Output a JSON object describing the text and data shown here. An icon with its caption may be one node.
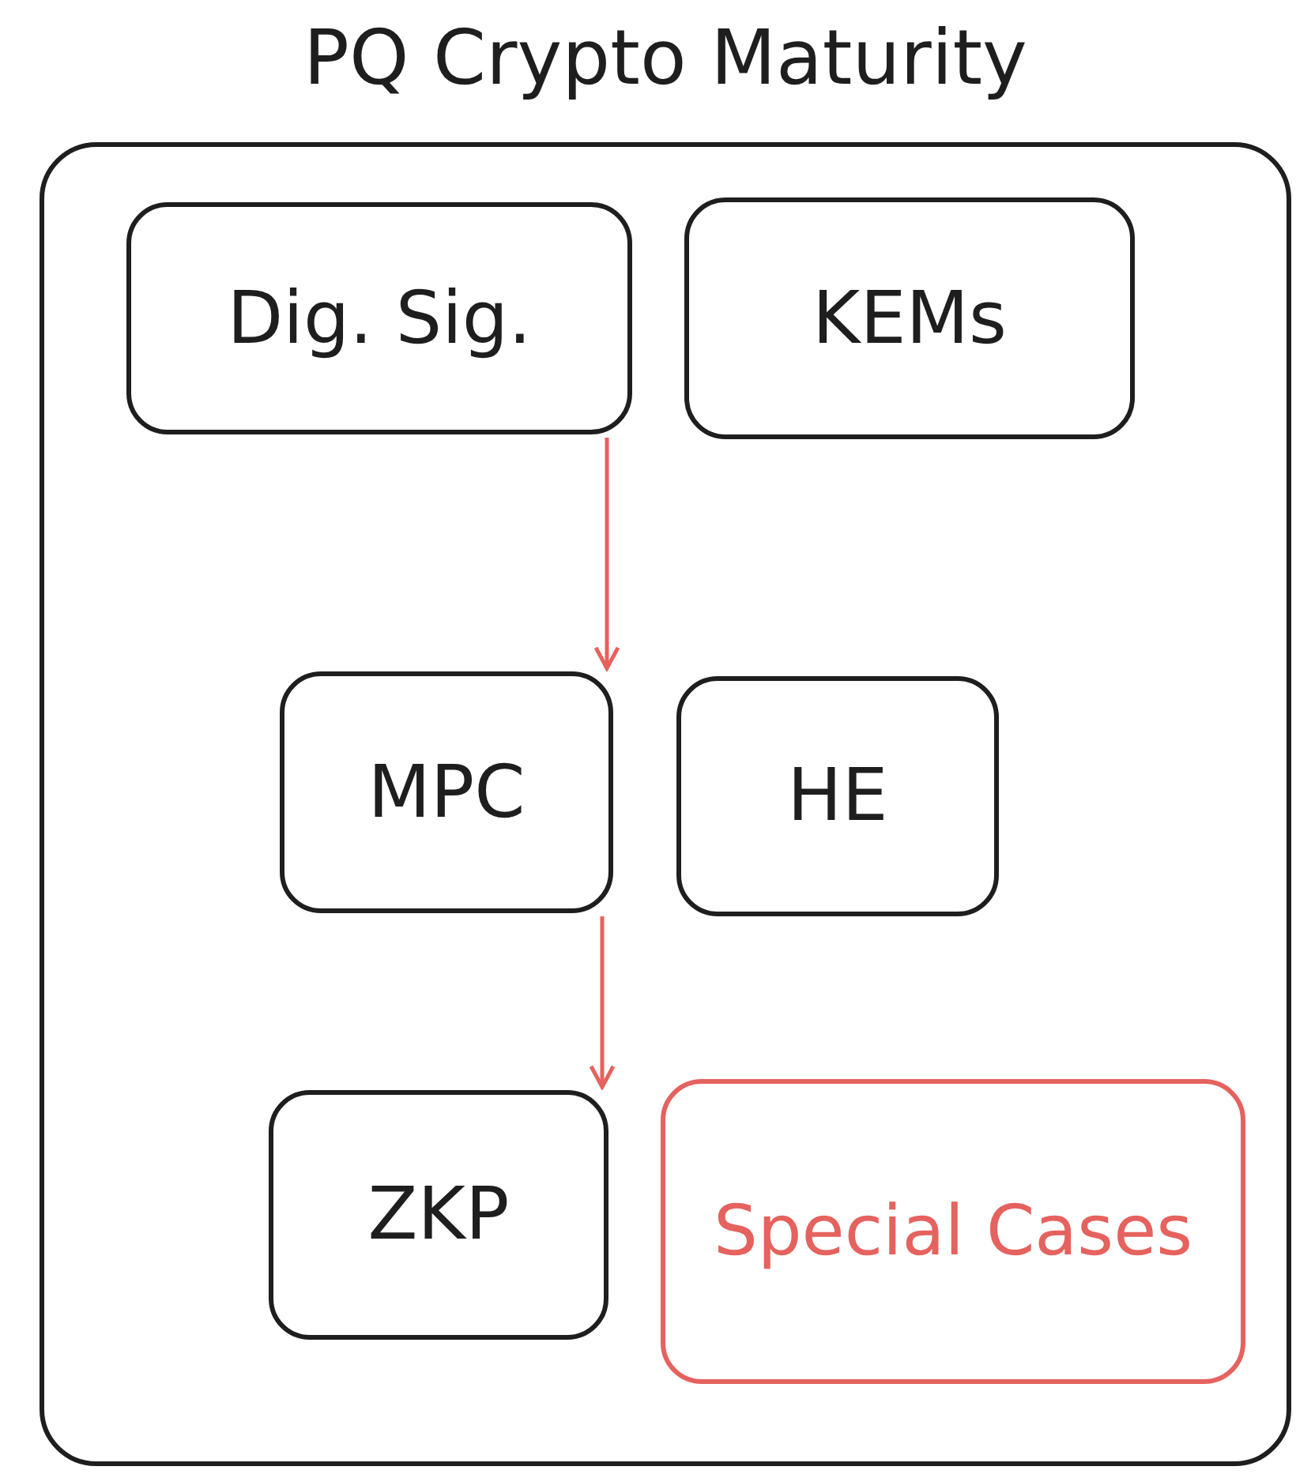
{
  "diagram": {
    "nodes": [
      {
        "text": [
          "PQ Crypto Maturity"
        ]
      },
      {
        "text": [
          "Dig. Sig."
        ],
        "in": 0
      },
      {
        "text": [
          "KEMs"
        ],
        "in": 0
      },
      {
        "text": [
          "MPC"
        ],
        "in": 0
      },
      {
        "text": [
          "HE"
        ],
        "in": 0
      },
      {
        "text": [
          "ZKP"
        ],
        "in": 0
      },
      {
        "text": [
          "Special Cases"
        ],
        "in": 0
      }
    ],
    "edges": [
      {
        "from": 1,
        "to": 3,
        "arrow": "to"
      },
      {
        "from": 3,
        "to": 5,
        "arrow": "to"
      }
    ]
  }
}
